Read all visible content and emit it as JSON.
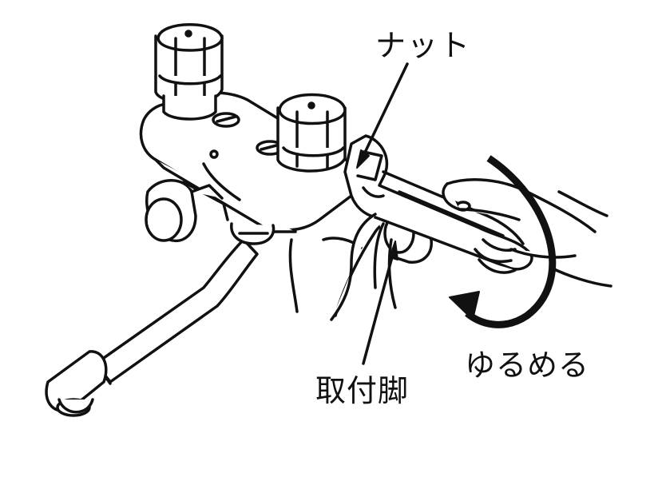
{
  "labels": {
    "nut": "ナット",
    "mounting_foot": "取付脚",
    "loosen": "ゆるめる"
  },
  "colors": {
    "line": "#111111",
    "fill": "#ffffff"
  }
}
